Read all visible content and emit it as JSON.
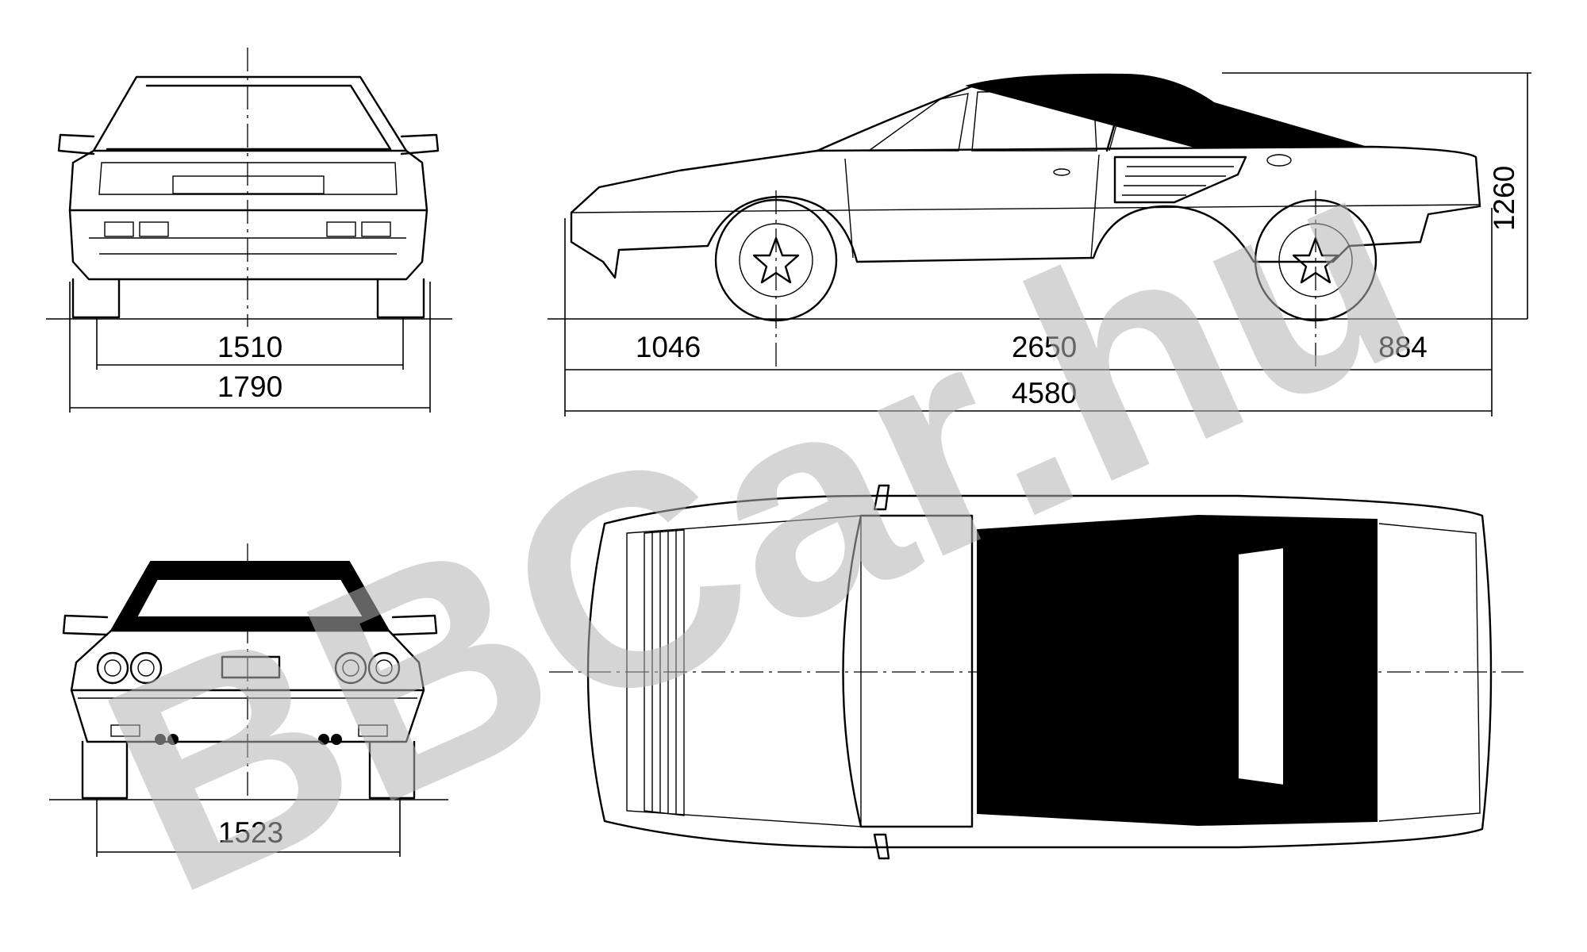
{
  "watermark": "BBCar.hu",
  "views": {
    "front": {
      "track_label": "1510",
      "width_label": "1790"
    },
    "side": {
      "front_overhang_label": "1046",
      "wheelbase_label": "2650",
      "rear_overhang_label": "884",
      "length_label": "4580",
      "height_label": "1260"
    },
    "rear": {
      "track_label": "1523"
    }
  },
  "colors": {
    "line": "#000000",
    "watermark": "#b4b4b4",
    "background": "#ffffff"
  }
}
